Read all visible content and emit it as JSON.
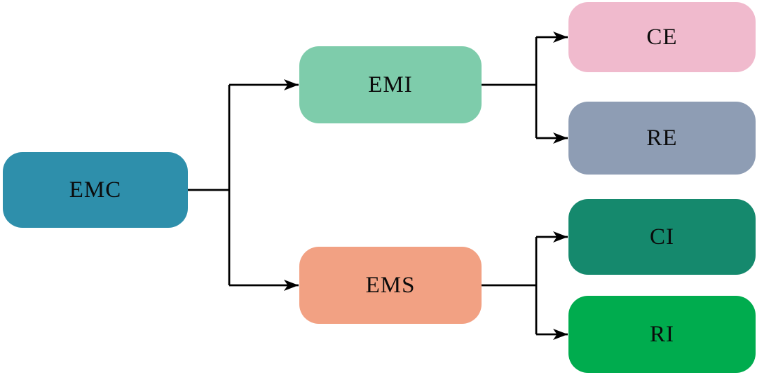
{
  "diagram": {
    "type": "tree",
    "colors": {
      "line": "#000000",
      "text": "#0b0b0b",
      "background": "#ffffff"
    },
    "nodes": {
      "emc": {
        "label": "EMC",
        "color": "#2E8FAB",
        "level": 0
      },
      "emi": {
        "label": "EMI",
        "color": "#7ECCAB",
        "level": 1
      },
      "ems": {
        "label": "EMS",
        "color": "#F2A183",
        "level": 1
      },
      "ce": {
        "label": "CE",
        "color": "#F0BACD",
        "level": 2
      },
      "re": {
        "label": "RE",
        "color": "#8E9DB4",
        "level": 2
      },
      "ci": {
        "label": "CI",
        "color": "#15896D",
        "level": 2
      },
      "ri": {
        "label": "RI",
        "color": "#00AC4E",
        "level": 2
      }
    },
    "edges": [
      {
        "from": "emc",
        "to": "emi"
      },
      {
        "from": "emc",
        "to": "ems"
      },
      {
        "from": "emi",
        "to": "ce"
      },
      {
        "from": "emi",
        "to": "re"
      },
      {
        "from": "ems",
        "to": "ci"
      },
      {
        "from": "ems",
        "to": "ri"
      }
    ]
  }
}
